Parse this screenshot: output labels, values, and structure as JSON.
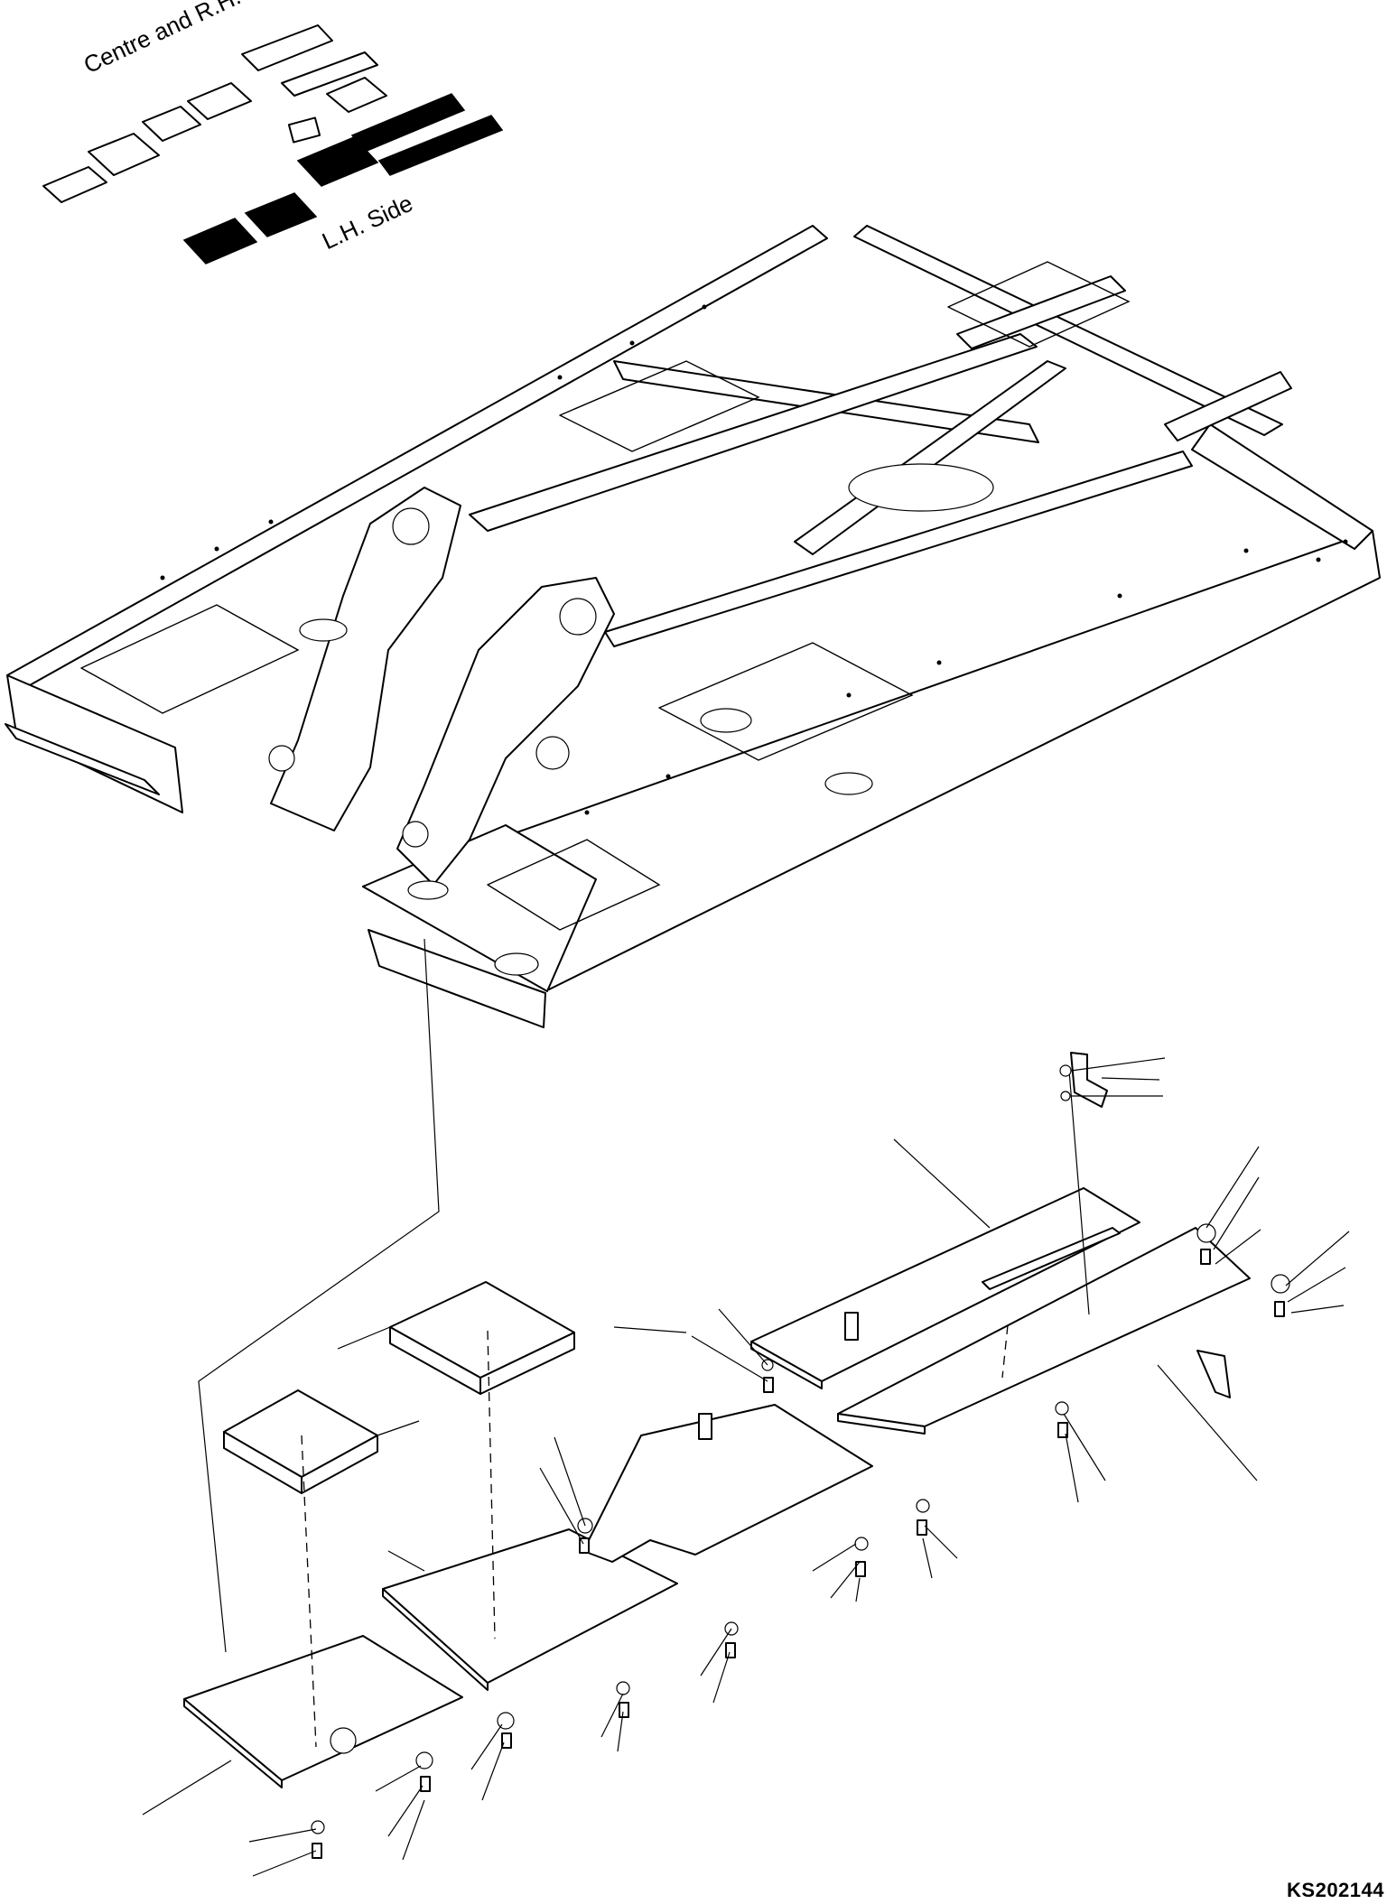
{
  "diagram": {
    "labels": {
      "centre_rh_side": "Centre and R.H. Side",
      "lh_side": "L.H. Side"
    },
    "drawing_code": "KS202144",
    "colors": {
      "ink": "#000000",
      "paper": "#ffffff"
    }
  }
}
